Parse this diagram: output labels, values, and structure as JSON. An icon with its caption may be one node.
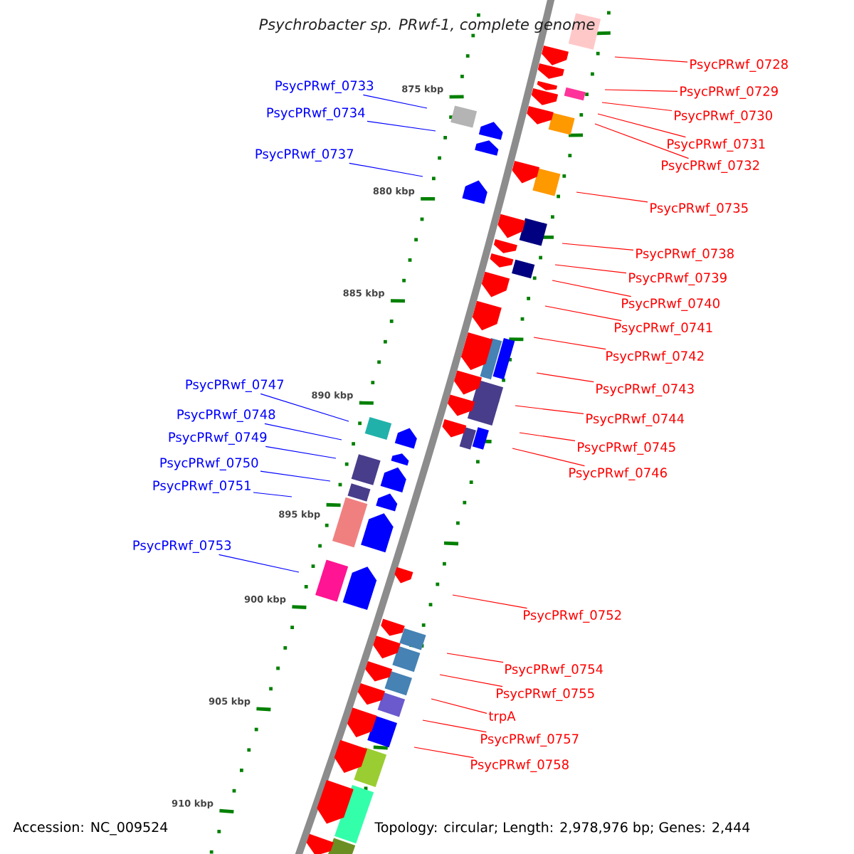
{
  "diagram": {
    "title": "Psychrobacter sp. PRwf-1, complete genome",
    "nodes": [
      {
        "text": [
          "PsycPRwf_0728"
        ]
      },
      {
        "text": [
          "PsycPRwf_0729"
        ]
      },
      {
        "text": [
          "PsycPRwf_0730"
        ]
      },
      {
        "text": [
          "PsycPRwf_0731"
        ]
      },
      {
        "text": [
          "PsycPRwf_0732"
        ]
      },
      {
        "text": [
          "PsycPRwf_0735"
        ]
      },
      {
        "text": [
          "PsycPRwf_0738"
        ]
      },
      {
        "text": [
          "PsycPRwf_0739"
        ]
      },
      {
        "text": [
          "PsycPRwf_0740"
        ]
      },
      {
        "text": [
          "PsycPRwf_0741"
        ]
      },
      {
        "text": [
          "PsycPRwf_0742"
        ]
      },
      {
        "text": [
          "PsycPRwf_0743"
        ]
      },
      {
        "text": [
          "PsycPRwf_0744"
        ]
      },
      {
        "text": [
          "PsycPRwf_0745"
        ]
      },
      {
        "text": [
          "PsycPRwf_0746"
        ]
      },
      {
        "text": [
          "PsycPRwf_0752"
        ]
      },
      {
        "text": [
          "PsycPRwf_0754"
        ]
      },
      {
        "text": [
          "PsycPRwf_0755"
        ]
      },
      {
        "text": [
          "trpA"
        ]
      },
      {
        "text": [
          "PsycPRwf_0757"
        ]
      },
      {
        "text": [
          "PsycPRwf_0758"
        ]
      },
      {
        "text": [
          "PsycPRwf_0733"
        ]
      },
      {
        "text": [
          "PsycPRwf_0734"
        ]
      },
      {
        "text": [
          "PsycPRwf_0737"
        ]
      },
      {
        "text": [
          "PsycPRwf_0747"
        ]
      },
      {
        "text": [
          "PsycPRwf_0748"
        ]
      },
      {
        "text": [
          "PsycPRwf_0749"
        ]
      },
      {
        "text": [
          "PsycPRwf_0750"
        ]
      },
      {
        "text": [
          "PsycPRwf_0751"
        ]
      },
      {
        "text": [
          "PsycPRwf_0753"
        ]
      }
    ],
    "edges": [
      {
        "from": 0,
        "to": null,
        "arrow": "none"
      },
      {
        "from": 1,
        "to": null,
        "arrow": "none"
      },
      {
        "from": 2,
        "to": null,
        "arrow": "none"
      },
      {
        "from": 3,
        "to": null,
        "arrow": "none"
      },
      {
        "from": 4,
        "to": null,
        "arrow": "none"
      },
      {
        "from": 5,
        "to": null,
        "arrow": "none"
      },
      {
        "from": 6,
        "to": null,
        "arrow": "none"
      },
      {
        "from": 7,
        "to": null,
        "arrow": "none"
      },
      {
        "from": 8,
        "to": null,
        "arrow": "none"
      },
      {
        "from": 9,
        "to": null,
        "arrow": "none"
      },
      {
        "from": 10,
        "to": null,
        "arrow": "none"
      },
      {
        "from": 11,
        "to": null,
        "arrow": "none"
      },
      {
        "from": 12,
        "to": null,
        "arrow": "none"
      },
      {
        "from": 13,
        "to": null,
        "arrow": "none"
      },
      {
        "from": 14,
        "to": null,
        "arrow": "none"
      },
      {
        "from": 15,
        "to": null,
        "arrow": "none"
      },
      {
        "from": 16,
        "to": null,
        "arrow": "none"
      },
      {
        "from": 17,
        "to": null,
        "arrow": "none"
      },
      {
        "from": 18,
        "to": null,
        "arrow": "none"
      },
      {
        "from": 19,
        "to": null,
        "arrow": "none"
      },
      {
        "from": 20,
        "to": null,
        "arrow": "none"
      },
      {
        "from": 21,
        "to": null,
        "arrow": "none",
        "color": "#0000ff"
      },
      {
        "from": 22,
        "to": null,
        "arrow": "none",
        "color": "#0000ff"
      },
      {
        "from": 23,
        "to": null,
        "arrow": "none",
        "color": "#0000ff"
      },
      {
        "from": 24,
        "to": null,
        "arrow": "none",
        "color": "#0000ff"
      },
      {
        "from": 25,
        "to": null,
        "arrow": "none",
        "color": "#0000ff"
      },
      {
        "from": 26,
        "to": null,
        "arrow": "none",
        "color": "#0000ff"
      },
      {
        "from": 27,
        "to": null,
        "arrow": "none",
        "color": "#0000ff"
      },
      {
        "from": 28,
        "to": null,
        "arrow": "none",
        "color": "#0000ff"
      },
      {
        "from": 29,
        "to": null,
        "arrow": "none",
        "color": "#0000ff"
      }
    ],
    "labels": [
      "875 kbp",
      "880 kbp",
      "885 kbp",
      "890 kbp",
      "895 kbp",
      "900 kbp",
      "905 kbp",
      "910 kbp",
      "Accession: NC_009524",
      "Topology: circular; Length: 2,978,976 bp; Genes: 2,444"
    ]
  }
}
